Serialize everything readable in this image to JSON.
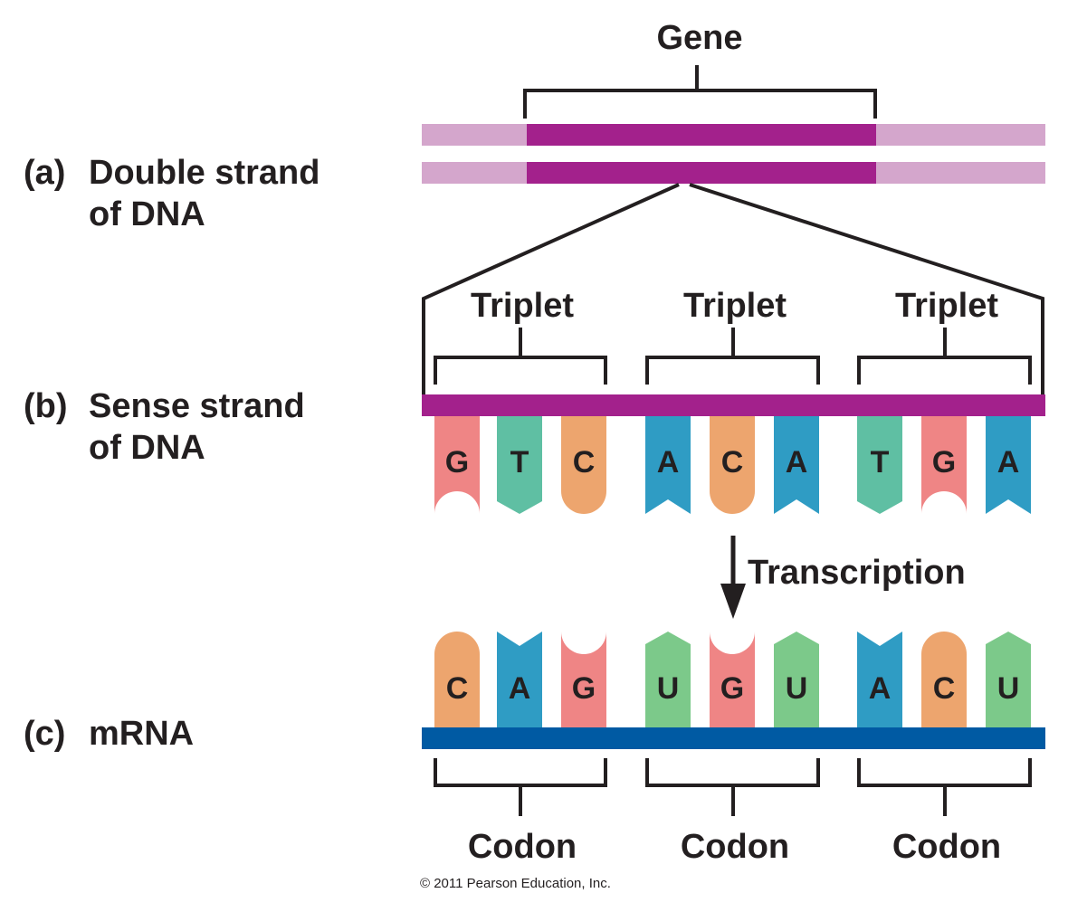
{
  "gene_label": "Gene",
  "sections": {
    "a": {
      "tag": "(a)",
      "line1": "Double strand",
      "line2": "of DNA"
    },
    "b": {
      "tag": "(b)",
      "line1": "Sense strand",
      "line2": "of DNA"
    },
    "c": {
      "tag": "(c)",
      "line1": "mRNA"
    }
  },
  "triplet_labels": [
    "Triplet",
    "Triplet",
    "Triplet"
  ],
  "codon_labels": [
    "Codon",
    "Codon",
    "Codon"
  ],
  "transcription_label": "Transcription",
  "dna_bases": [
    "G",
    "T",
    "C",
    "A",
    "C",
    "A",
    "T",
    "G",
    "A"
  ],
  "mrna_bases": [
    "C",
    "A",
    "G",
    "U",
    "G",
    "U",
    "A",
    "C",
    "U"
  ],
  "base_colors": {
    "A": "#2f9cc4",
    "T": "#5fbfa3",
    "G": "#ef8585",
    "C": "#eda56e",
    "U": "#7cc98a"
  },
  "colors": {
    "gene_strand": "#a3218c",
    "flank_strand": "#d4a6cc",
    "sense_backbone": "#a3218c",
    "mrna_backbone": "#005aa3",
    "ink": "#231f20"
  },
  "copyright": "© 2011 Pearson Education, Inc."
}
